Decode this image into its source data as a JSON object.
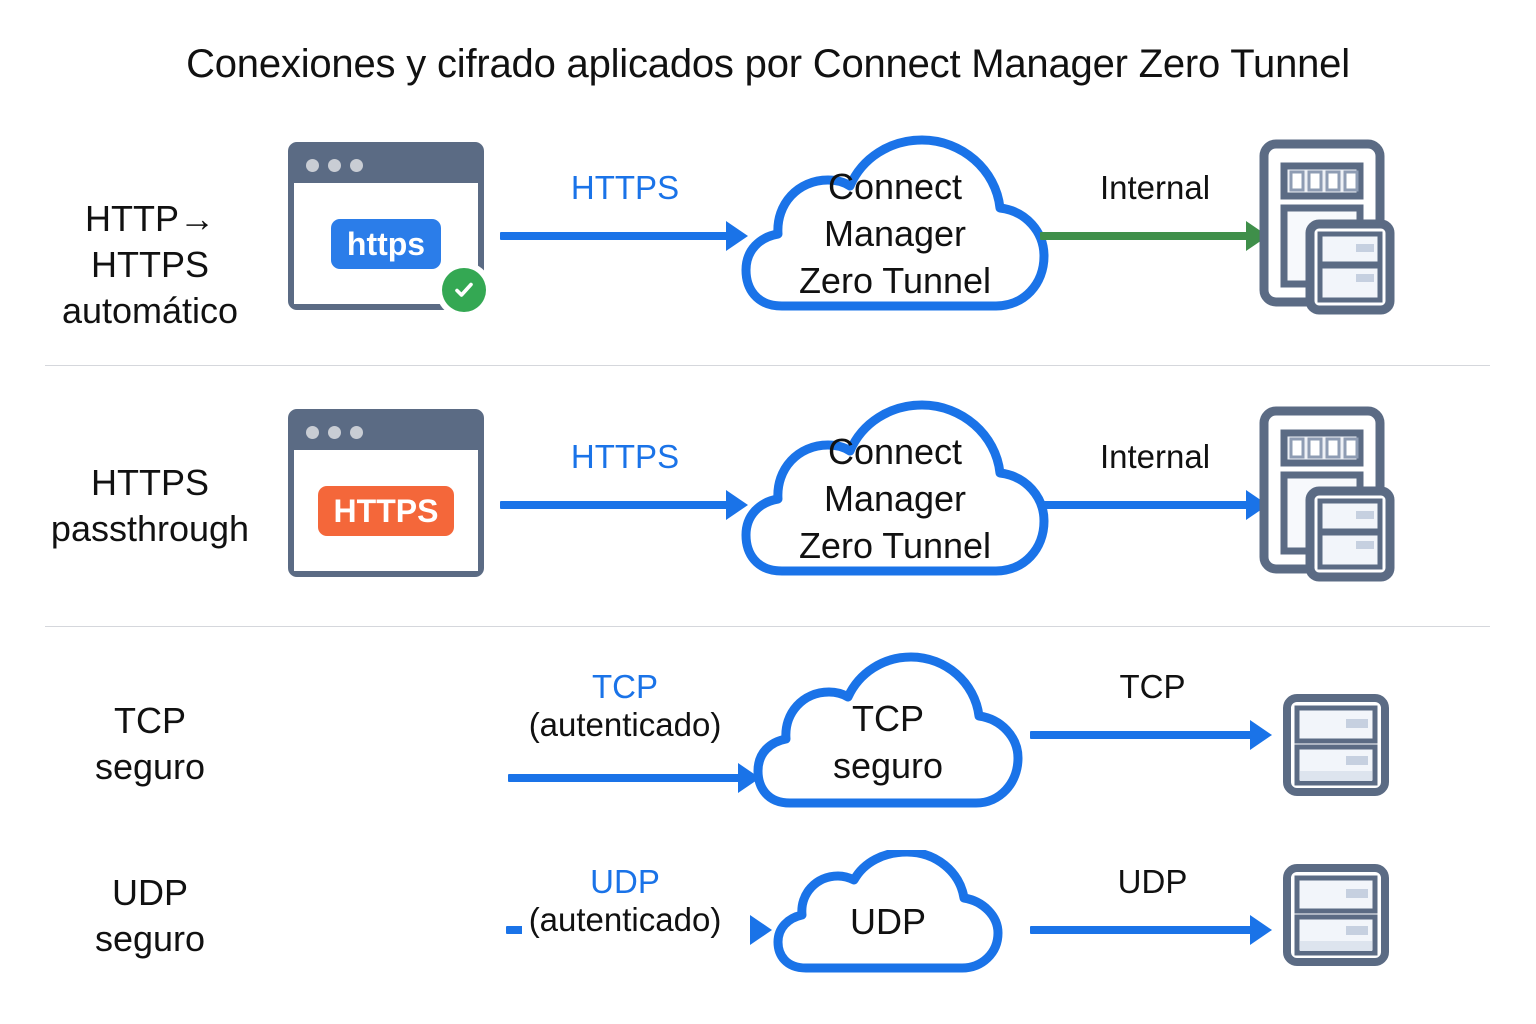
{
  "title": "Conexiones y cifrado aplicados por Connect Manager Zero Tunnel",
  "colors": {
    "blue": "#1a73e8",
    "green": "#3f8f4a",
    "orange": "#f4673a",
    "badge_blue": "#2b7de9",
    "check_green": "#34a853",
    "server_outline": "#5b6b84",
    "divider": "#d5d7dc"
  },
  "rows": [
    {
      "id": "http-to-https",
      "label": "HTTP→\nHTTPS\nautomático",
      "browser": {
        "badge_text": "https",
        "badge_color": "blue",
        "has_check": true
      },
      "arrow_in": {
        "label": "HTTPS",
        "label_color": "blue",
        "arrow_color": "blue"
      },
      "cloud": {
        "text": "Connect\nManager\nZero Tunnel"
      },
      "arrow_out": {
        "label": "Internal",
        "label_color": "black",
        "arrow_color": "green"
      },
      "server": "server-with-rack"
    },
    {
      "id": "https-passthrough",
      "label": "HTTPS\npassthrough",
      "browser": {
        "badge_text": "HTTPS",
        "badge_color": "orange",
        "has_check": false
      },
      "arrow_in": {
        "label": "HTTPS",
        "label_color": "blue",
        "arrow_color": "blue"
      },
      "cloud": {
        "text": "Connect\nManager\nZero Tunnel"
      },
      "arrow_out": {
        "label": "Internal",
        "label_color": "black",
        "arrow_color": "blue"
      },
      "server": "server-with-rack"
    },
    {
      "id": "tcp-seguro",
      "label": "TCP\nseguro",
      "arrow_in": {
        "label_line1": "TCP",
        "label_line2": "(autenticado)",
        "arrow_color": "blue"
      },
      "cloud": {
        "text": "TCP\nseguro"
      },
      "arrow_out": {
        "label": "TCP",
        "label_color": "black",
        "arrow_color": "blue"
      },
      "server": "rack-server"
    },
    {
      "id": "udp-seguro",
      "label": "UDP\nseguro",
      "arrow_in": {
        "label_line1": "UDP",
        "label_line2": "(autenticado)",
        "arrow_color": "blue"
      },
      "cloud": {
        "text": "UDP"
      },
      "arrow_out": {
        "label": "UDP",
        "label_color": "black",
        "arrow_color": "blue"
      },
      "server": "rack-server"
    }
  ]
}
